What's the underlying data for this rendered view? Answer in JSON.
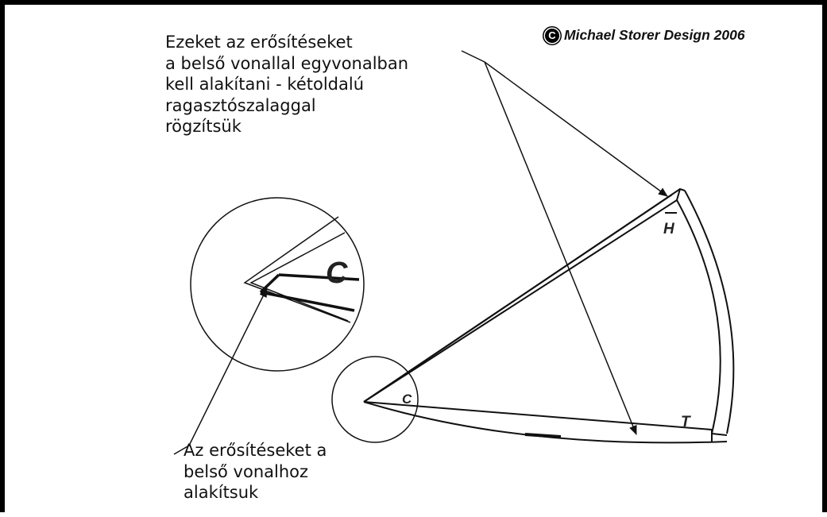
{
  "copyright": {
    "symbol": "C",
    "text": "Michael Storer Design 2006"
  },
  "top_note": {
    "lines": [
      "Ezeket az erősítéseket",
      "a belső vonallal egyvonalban",
      "kell alakítani - kétoldalú",
      "ragasztószalaggal",
      "rögzítsük"
    ]
  },
  "bottom_note": {
    "lines": [
      "Az erősítéseket a",
      "belső vonalhoz",
      "alakítsuk"
    ]
  },
  "corner_labels": {
    "head": "H",
    "tack": "T",
    "clew": "C",
    "detail_clew": "C"
  },
  "colors": {
    "line": "#111111",
    "frame": "#000000",
    "background": "#ffffff"
  }
}
